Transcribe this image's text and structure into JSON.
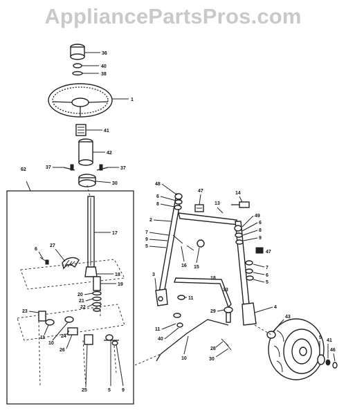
{
  "watermark": "AppliancePartsPros.com",
  "labels": {
    "l36": "36",
    "l40": "40",
    "l38": "38",
    "l1": "1",
    "l41": "41",
    "l42": "42",
    "l37a": "37",
    "l37b": "37",
    "l30": "30",
    "l62": "62",
    "l17": "17",
    "l6a": "6",
    "l27": "27",
    "l18": "18",
    "l19": "19",
    "l20": "20",
    "l21": "21",
    "l22": "22",
    "l23": "23",
    "l11a": "11",
    "l10a": "10",
    "l24": "24",
    "l26": "26",
    "l25": "25",
    "l5a": "5",
    "l9a": "9",
    "l48": "48",
    "l6b": "6",
    "l8a": "8",
    "l2": "2",
    "l7a": "7",
    "l9b": "9",
    "l5b": "5",
    "l16": "16",
    "l15": "15",
    "l3": "3",
    "l47a": "47",
    "l13": "13",
    "l14": "14",
    "l49": "49",
    "l6c": "6",
    "l8b": "8",
    "l9c": "9",
    "l47b": "47",
    "l7b": "7",
    "l6d": "6",
    "l5c": "5",
    "l18b": "18",
    "l33": "33",
    "l11b": "11",
    "l29": "29",
    "l4": "4",
    "l11c": "11",
    "l40b": "40",
    "l28": "28",
    "l10b": "10",
    "l30b": "30",
    "l43": "43",
    "l5d": "5",
    "l41b": "41",
    "l46": "46"
  }
}
